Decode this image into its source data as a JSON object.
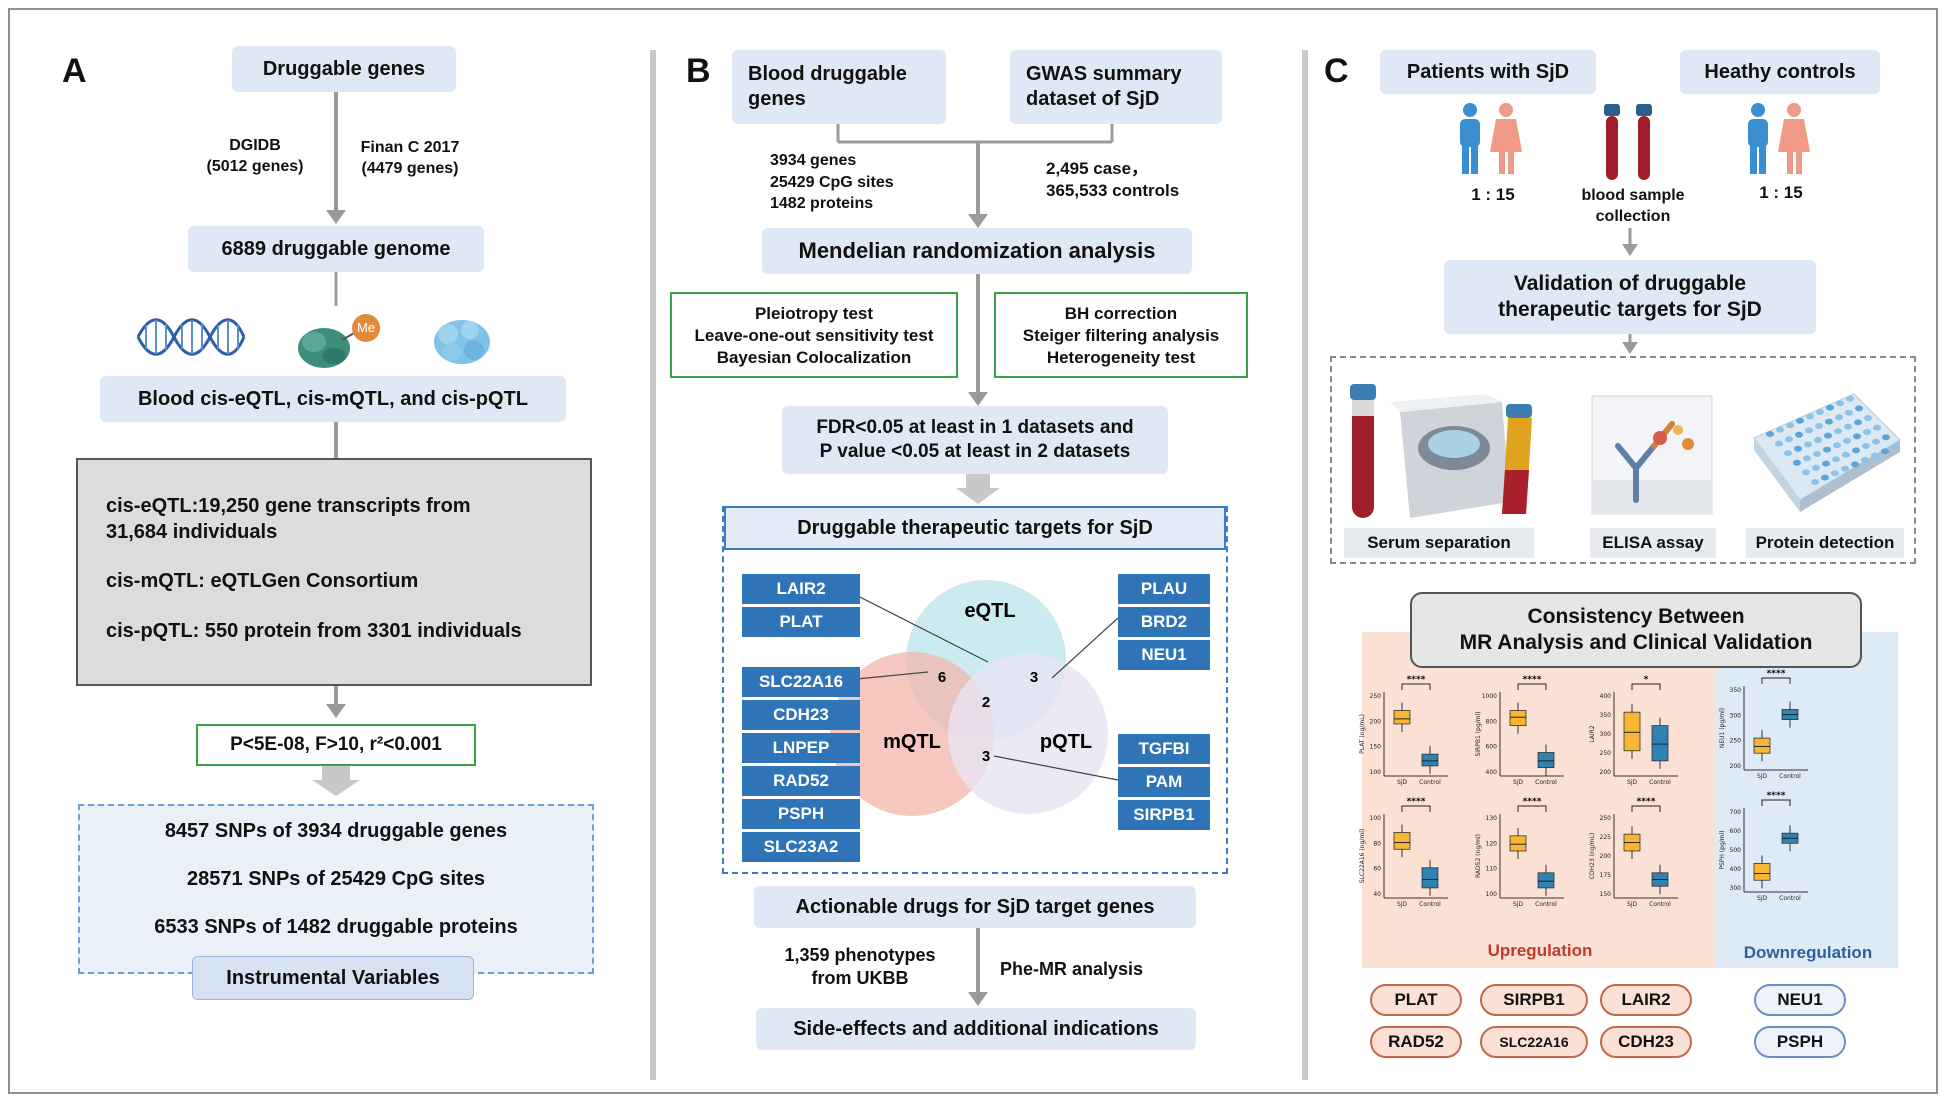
{
  "panel_a": {
    "label": "A",
    "druggable_genes": "Druggable genes",
    "dgidb": "DGIDB",
    "dgidb_count": "(5012 genes)",
    "finan": "Finan C 2017",
    "finan_count": "(4479 genes)",
    "genome": "6889 druggable genome",
    "me_label": "Me",
    "qtl_box": "Blood cis-eQTL, cis-mQTL, and cis-pQTL",
    "eqtl_line1": "cis-eQTL:19,250 gene transcripts from",
    "eqtl_line2": "31,684 individuals",
    "mqtl_line": "cis-mQTL: eQTLGen Consortium",
    "pqtl_line": "cis-pQTL:  550 protein from 3301 individuals",
    "threshold": "P<5E-08, F>10, r²<0.001",
    "snps_genes": "8457 SNPs of 3934 druggable genes",
    "snps_cpg": "28571 SNPs of 25429 CpG sites",
    "snps_proteins": "6533 SNPs of 1482 druggable proteins",
    "iv": "Instrumental Variables"
  },
  "panel_b": {
    "label": "B",
    "blood_genes_1": "Blood druggable",
    "blood_genes_2": "genes",
    "gwas_1": "GWAS summary",
    "gwas_2": "dataset of SjD",
    "counts_1": "3934 genes",
    "counts_2": "25429 CpG sites",
    "counts_3": "1482 proteins",
    "cases_1": "2,495 case，",
    "cases_2": "365,533 controls",
    "mr_analysis": "Mendelian randomization analysis",
    "left_tests": [
      "Pleiotropy test",
      "Leave-one-out sensitivity test",
      "Bayesian Colocalization"
    ],
    "right_tests": [
      "BH correction",
      "Steiger filtering analysis",
      "Heterogeneity test"
    ],
    "fdr_1": "FDR<0.05 at least in 1 datasets and",
    "fdr_2": "P value <0.05 at least in 2 datasets",
    "targets_title": "Druggable therapeutic targets for SjD",
    "venn": {
      "eqtl": "eQTL",
      "mqtl": "mQTL",
      "pqtl": "pQTL",
      "n_em": "6",
      "n_ep": "3",
      "n_all": "2",
      "n_mp": "3"
    },
    "genes_left_top": [
      "LAIR2",
      "PLAT"
    ],
    "genes_left_bottom": [
      "SLC22A16",
      "CDH23",
      "LNPEP",
      "RAD52",
      "PSPH",
      "SLC23A2"
    ],
    "genes_right_top": [
      "PLAU",
      "BRD2",
      "NEU1"
    ],
    "genes_right_bottom": [
      "TGFBI",
      "PAM",
      "SIRPB1"
    ],
    "actionable": "Actionable drugs for SjD target genes",
    "pheno_1": "1,359 phenotypes",
    "pheno_2": "from UKBB",
    "phe_mr": "Phe-MR analysis",
    "side_effects": "Side-effects and additional indications"
  },
  "panel_c": {
    "label": "C",
    "patients": "Patients with SjD",
    "controls": "Heathy controls",
    "ratio_left": "1  :  15",
    "ratio_right": "1  :  15",
    "blood_1": "blood sample",
    "blood_2": "collection",
    "validation_1": "Validation of druggable",
    "validation_2": "therapeutic targets for SjD",
    "serum": "Serum separation",
    "elisa": "ELISA assay",
    "protein": "Protein detection",
    "consistency_1": "Consistency Between",
    "consistency_2": "MR Analysis and Clinical Validation",
    "upregulation": "Upregulation",
    "downregulation": "Downregulation",
    "up_genes": [
      "PLAT",
      "SIRPB1",
      "LAIR2",
      "RAD52",
      "SLC22A16",
      "CDH23"
    ],
    "down_genes": [
      "NEU1",
      "PSPH"
    ],
    "plots": [
      {
        "ylabel": "PLAT (ng/mL)",
        "sig": "****",
        "ticks": [
          "250",
          "200",
          "150",
          "100"
        ]
      },
      {
        "ylabel": "SIRPB1 (pg/ml)",
        "sig": "****",
        "ticks": [
          "1000",
          "800",
          "600",
          "400"
        ]
      },
      {
        "ylabel": "LAIR2",
        "sig": "*",
        "ticks": [
          "400",
          "350",
          "300",
          "250",
          "200"
        ]
      },
      {
        "ylabel": "SLC22A16 (ng/ml)",
        "sig": "****",
        "ticks": [
          "100",
          "80",
          "60",
          "40"
        ]
      },
      {
        "ylabel": "RAD52 (ng/ml)",
        "sig": "****",
        "ticks": [
          "130",
          "120",
          "110",
          "100"
        ]
      },
      {
        "ylabel": "CDH23 (ng/mL)",
        "sig": "****",
        "ticks": [
          "250",
          "225",
          "200",
          "175",
          "150"
        ]
      },
      {
        "ylabel": "NEU1 (pg/ml)",
        "sig": "****",
        "ticks": [
          "350",
          "300",
          "250",
          "200"
        ]
      },
      {
        "ylabel": "PSPH (pg/ml)",
        "sig": "****",
        "ticks": [
          "700",
          "600",
          "500",
          "400",
          "300"
        ]
      }
    ],
    "sjd": "SjD",
    "control": "Control"
  },
  "colors": {
    "blue_box": "#dfe8f5",
    "chip_blue": "#2e74b7",
    "green": "#3aa24a",
    "up_bg": "#fbe1d4",
    "down_bg": "#dfeaf7",
    "sjd_box": "#f7b733",
    "ctrl_box": "#2f82b4"
  }
}
